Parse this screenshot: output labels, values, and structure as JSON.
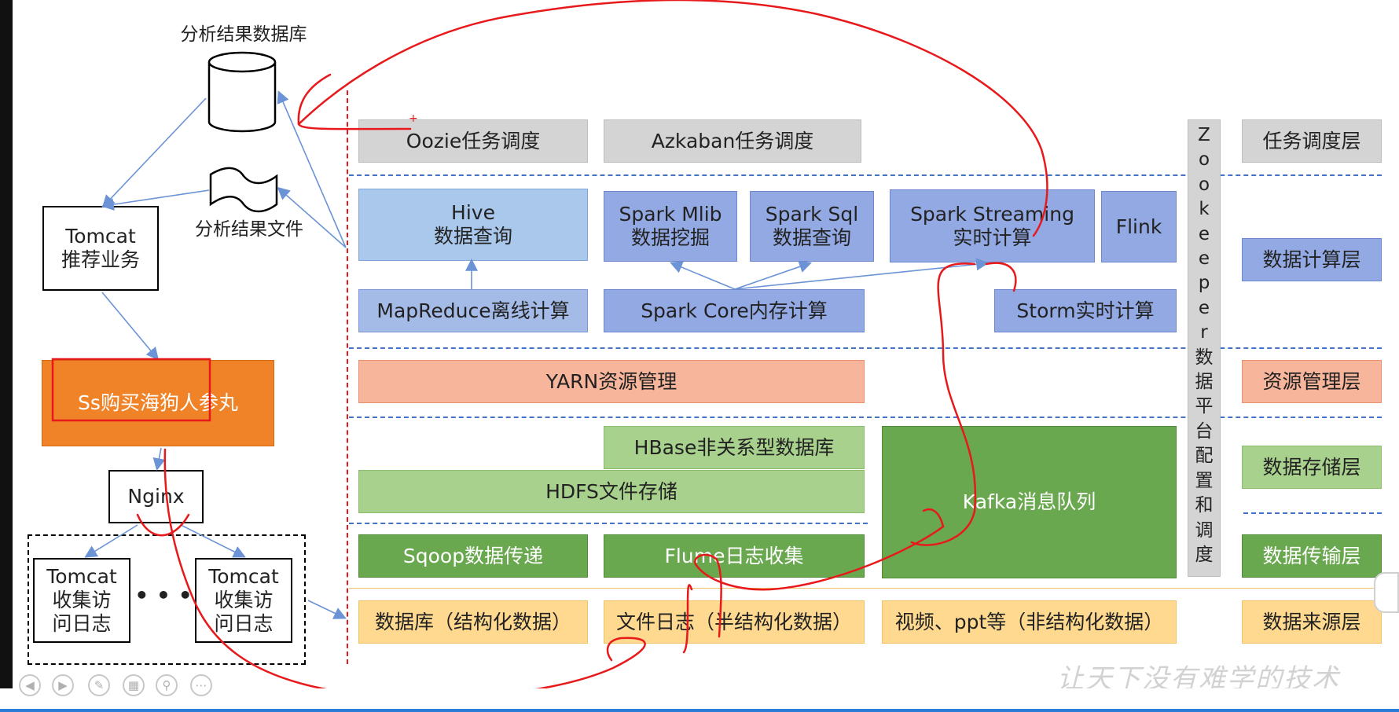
{
  "left": {
    "db_label": "分析结果数据库",
    "file_label": "分析结果文件",
    "tomcat_rec": "Tomcat\n推荐业务",
    "app_box": "Ss购买海狗人参丸",
    "nginx": "Nginx",
    "tomcat_log1": "Tomcat\n收集访\n问日志",
    "tomcat_log2": "Tomcat\n收集访\n问日志",
    "dots": "• • •"
  },
  "layers": {
    "schedule": {
      "oozie": "Oozie任务调度",
      "azkaban": "Azkaban任务调度"
    },
    "compute": {
      "hive": "Hive\n数据查询",
      "spark_mlib": "Spark Mlib\n数据挖掘",
      "spark_sql": "Spark Sql\n数据查询",
      "spark_streaming": "Spark Streaming\n实时计算",
      "flink": "Flink",
      "mapreduce": "MapReduce离线计算",
      "spark_core": "Spark Core内存计算",
      "storm": "Storm实时计算"
    },
    "resource": {
      "yarn": "YARN资源管理"
    },
    "storage": {
      "hbase": "HBase非关系型数据库",
      "hdfs": "HDFS文件存储",
      "kafka": "Kafka消息队列"
    },
    "transport": {
      "sqoop": "Sqoop数据传递",
      "flume": "Flume日志收集"
    },
    "source": {
      "db": "数据库（结构化数据）",
      "file": "文件日志（半结构化数据）",
      "video": "视频、ppt等（非结构化数据）"
    }
  },
  "zookeeper": {
    "letters": [
      "Z",
      "o",
      "o",
      "k",
      "e",
      "e",
      "p",
      "e",
      "r"
    ],
    "chars": [
      "数",
      "据",
      "平",
      "台",
      "配",
      "置",
      "和",
      "调",
      "度"
    ]
  },
  "side_labels": {
    "schedule": "任务调度层",
    "compute": "数据计算层",
    "resource": "资源管理层",
    "storage": "数据存储层",
    "transport": "数据传输层",
    "source": "数据来源层"
  },
  "watermark": "让天下没有难学的技术",
  "colors": {
    "annotation_red": "#e8191b",
    "layer_dash": "#4472c4",
    "app_orange": "#f08228"
  }
}
